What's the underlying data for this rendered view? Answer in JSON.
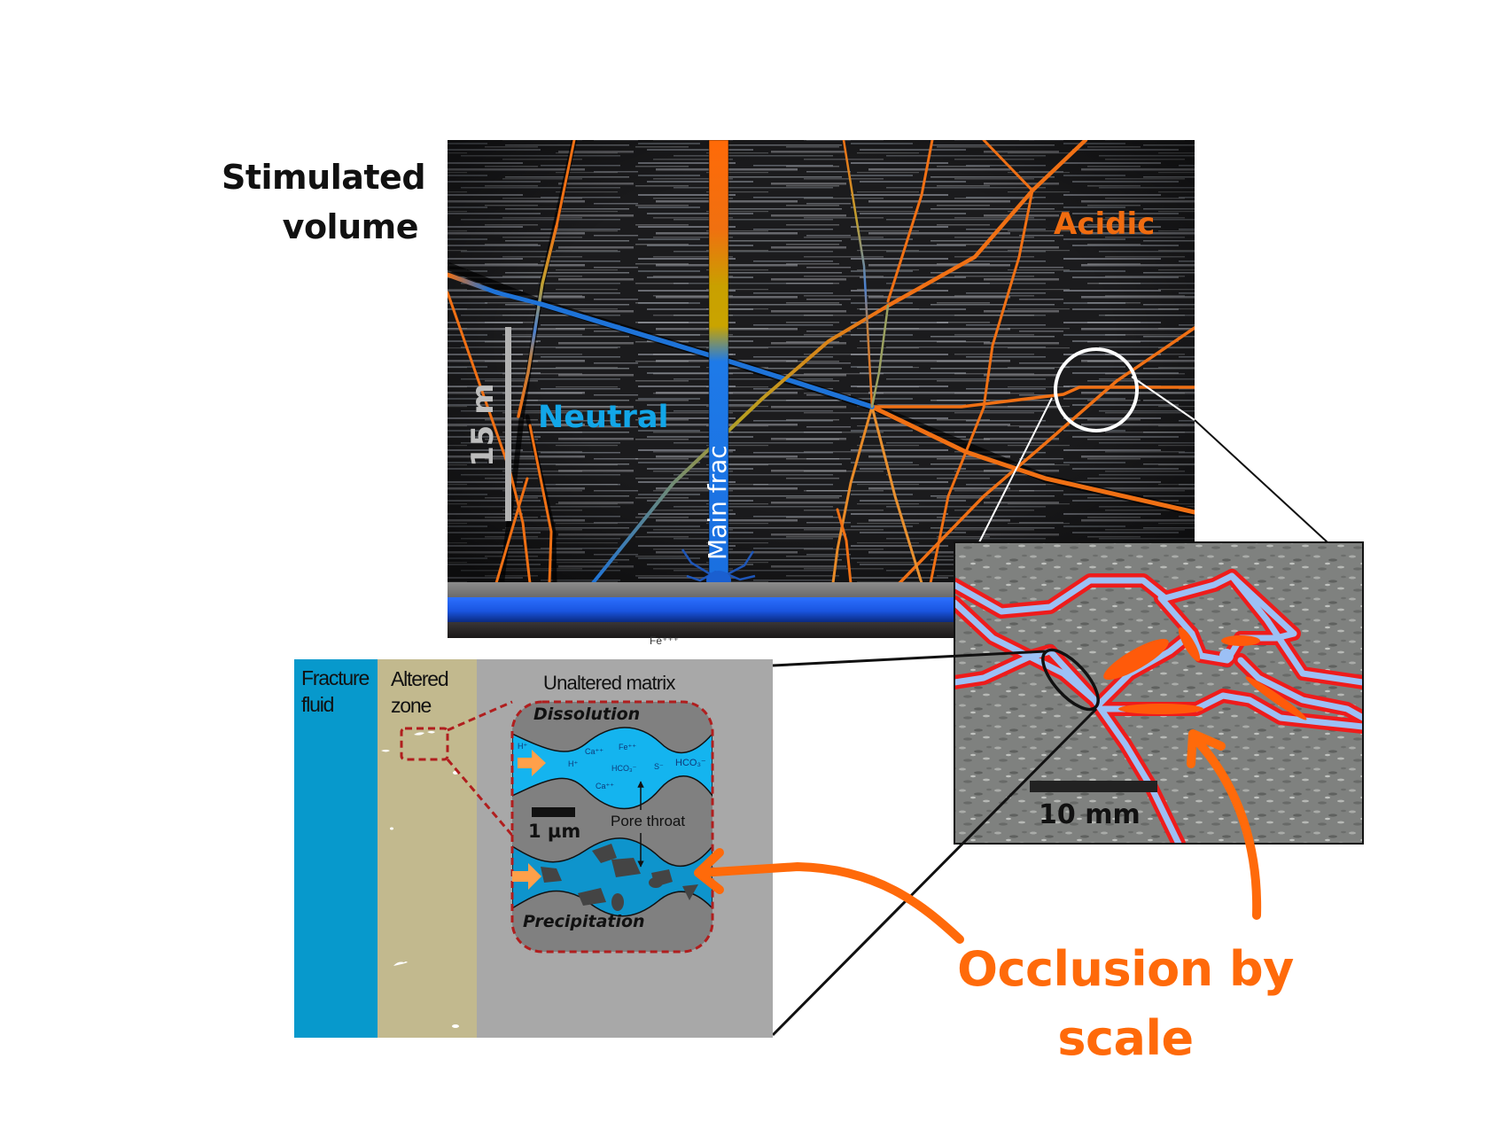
{
  "title": {
    "line1": "Stimulated",
    "line2": "volume"
  },
  "main_panel": {
    "label_acidic": "Acidic",
    "label_neutral": "Neutral",
    "label_main_frac": "Main frac",
    "scale_bar_label": "15 m",
    "wellbore_label": "Fe⁺⁺⁺"
  },
  "micro_panel": {
    "zone_fracture_fluid": {
      "line1": "Fracture",
      "line2": "fluid"
    },
    "zone_altered": {
      "line1": "Altered",
      "line2": "zone"
    },
    "zone_unaltered": "Unaltered  matrix",
    "dissolution_label": "Dissolution",
    "precipitation_label": "Precipitation",
    "scale_bar_label": "1 µm",
    "pore_throat_label": "Pore throat",
    "ions": {
      "h1": "H⁺",
      "h2": "H⁺",
      "ca1": "Ca⁺⁺",
      "ca2": "Ca⁺⁺",
      "fe": "Fe⁺⁺",
      "hco3_1": "HCO₃⁻",
      "hco3_2": "HCO₃⁻",
      "s": "S⁻"
    }
  },
  "core_panel": {
    "scale_bar_label": "10 mm"
  },
  "callout": {
    "line1": "Occlusion by",
    "line2": "scale"
  },
  "colors": {
    "acidic": "#f07014",
    "neutral": "#1e73d8",
    "neutral_label": "#12a6e8",
    "callout": "#ff6a0a",
    "fracture_fluid": "#0799cc",
    "altered_zone": "#c2b98e",
    "matrix": "#a8a8a8",
    "fracture_red": "#ee1c1c",
    "fracture_fill": "#9cc0f5"
  }
}
